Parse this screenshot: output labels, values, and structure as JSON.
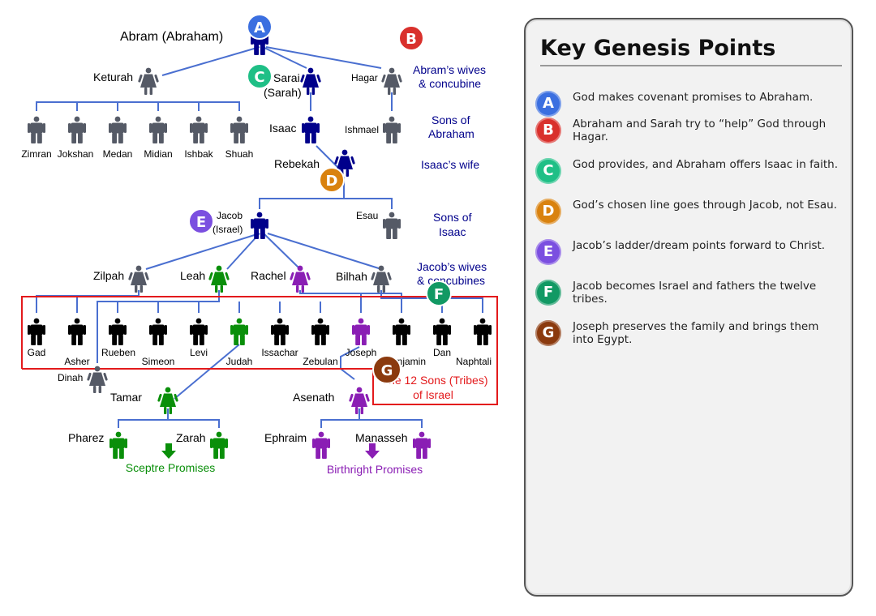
{
  "panel": {
    "title": "Key Genesis Points",
    "points": [
      {
        "letter": "A",
        "color": "#3b6fe0",
        "text": "God makes covenant promises to Abraham."
      },
      {
        "letter": "B",
        "color": "#d9302c",
        "text": "Abraham and Sarah try to “help” God through Hagar."
      },
      {
        "letter": "C",
        "color": "#1fbf86",
        "text": "God provides, and Abraham offers Isaac in faith."
      },
      {
        "letter": "D",
        "color": "#d9820f",
        "text": "God’s chosen line goes through Jacob, not Esau."
      },
      {
        "letter": "E",
        "color": "#7b4fe0",
        "text": "Jacob’s ladder/dream points forward to Christ."
      },
      {
        "letter": "F",
        "color": "#129964",
        "text": "Jacob becomes Israel and fathers the twelve tribes."
      },
      {
        "letter": "G",
        "color": "#8b3a0e",
        "text": "Joseph preserves the family and brings them into Egypt."
      }
    ]
  },
  "tree": {
    "abram": "Abram (Abraham)",
    "keturah": "Keturah",
    "sarai": "Sarai",
    "sarah": "(Sarah)",
    "hagar": "Hagar",
    "wives_label_1": "Abram’s wives",
    "wives_label_2": "& concubine",
    "keturah_sons": [
      "Zimran",
      "Jokshan",
      "Medan",
      "Midian",
      "Ishbak",
      "Shuah"
    ],
    "isaac": "Isaac",
    "ishmael": "Ishmael",
    "sons_label_1": "Sons of",
    "sons_label_2": "Abraham",
    "rebekah": "Rebekah",
    "isaac_wife_label": "Isaac’s wife",
    "jacob": "Jacob",
    "israel": "(Israel)",
    "esau": "Esau",
    "sons_isaac_1": "Sons of",
    "sons_isaac_2": "Isaac",
    "zilpah": "Zilpah",
    "leah": "Leah",
    "rachel": "Rachel",
    "bilhah": "Bilhah",
    "jacob_wives_1": "Jacob’s wives",
    "jacob_wives_2": "& concubines",
    "twelve_sons": [
      "Gad",
      "Asher",
      "Rueben",
      "Simeon",
      "Levi",
      "Judah",
      "Issachar",
      "Zebulan",
      "Joseph",
      "Benjamin",
      "Dan",
      "Naphtali"
    ],
    "dinah": "Dinah",
    "tribes_label_1": "The 12 Sons (Tribes)",
    "tribes_label_2": "of Israel",
    "tamar": "Tamar",
    "asenath": "Asenath",
    "pharez": "Pharez",
    "zarah": "Zarah",
    "ephraim": "Ephraim",
    "manasseh": "Manasseh",
    "sceptre": "Sceptre Promises",
    "birthright": "Birthright Promises",
    "badges": {
      "A": "A",
      "B": "B",
      "C": "C",
      "D": "D",
      "E": "E",
      "F": "F",
      "G": "G"
    }
  }
}
